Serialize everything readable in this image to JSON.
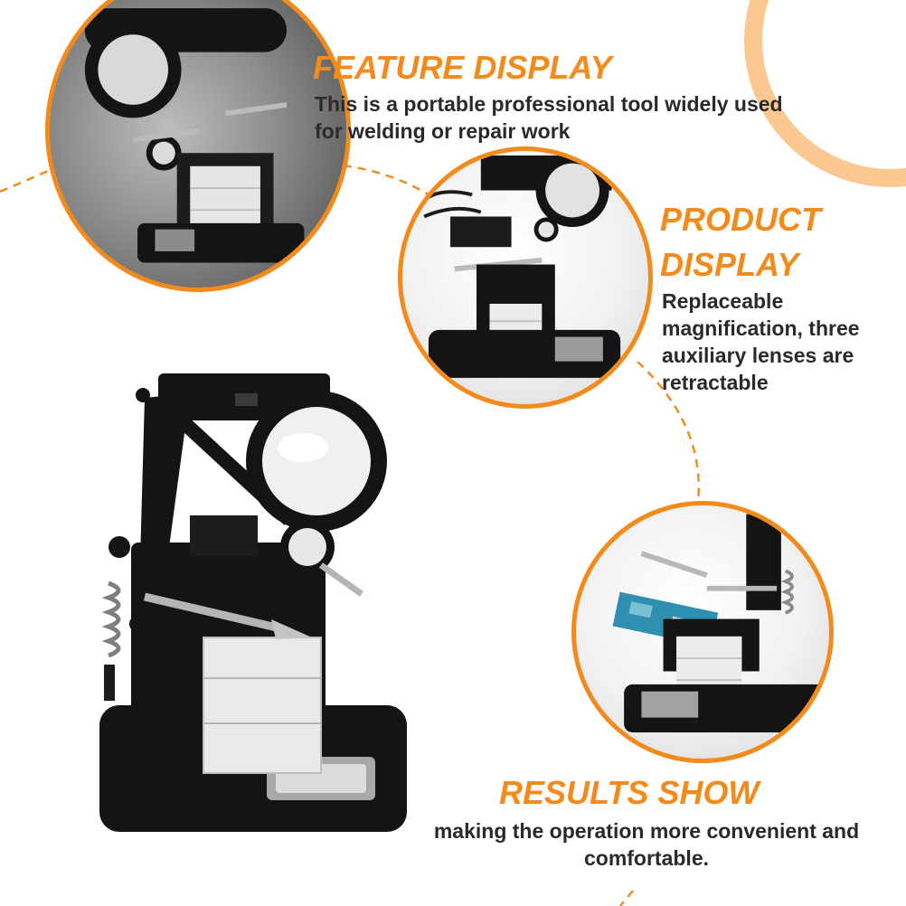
{
  "sections": {
    "feature": {
      "title": "FEATURE DISPLAY",
      "text": "This is a portable professional tool widely used for welding or repair work"
    },
    "product": {
      "title": "PRODUCT DISPLAY",
      "text": "Replaceable magnification, three auxiliary lenses are retractable"
    },
    "results": {
      "title": "RESULTS SHOW",
      "text": "making the operation more convenient and comfortable."
    }
  },
  "colors": {
    "accent": "#f28a1c",
    "text": "#2a2a2a",
    "product_body": "#141414",
    "background": "#ffffff"
  },
  "images": {
    "main": "magnifier-soldering-station-photo",
    "feature": "station-closeup-photo",
    "product": "station-angled-photo",
    "results": "circuit-board-in-clamps-photo"
  }
}
